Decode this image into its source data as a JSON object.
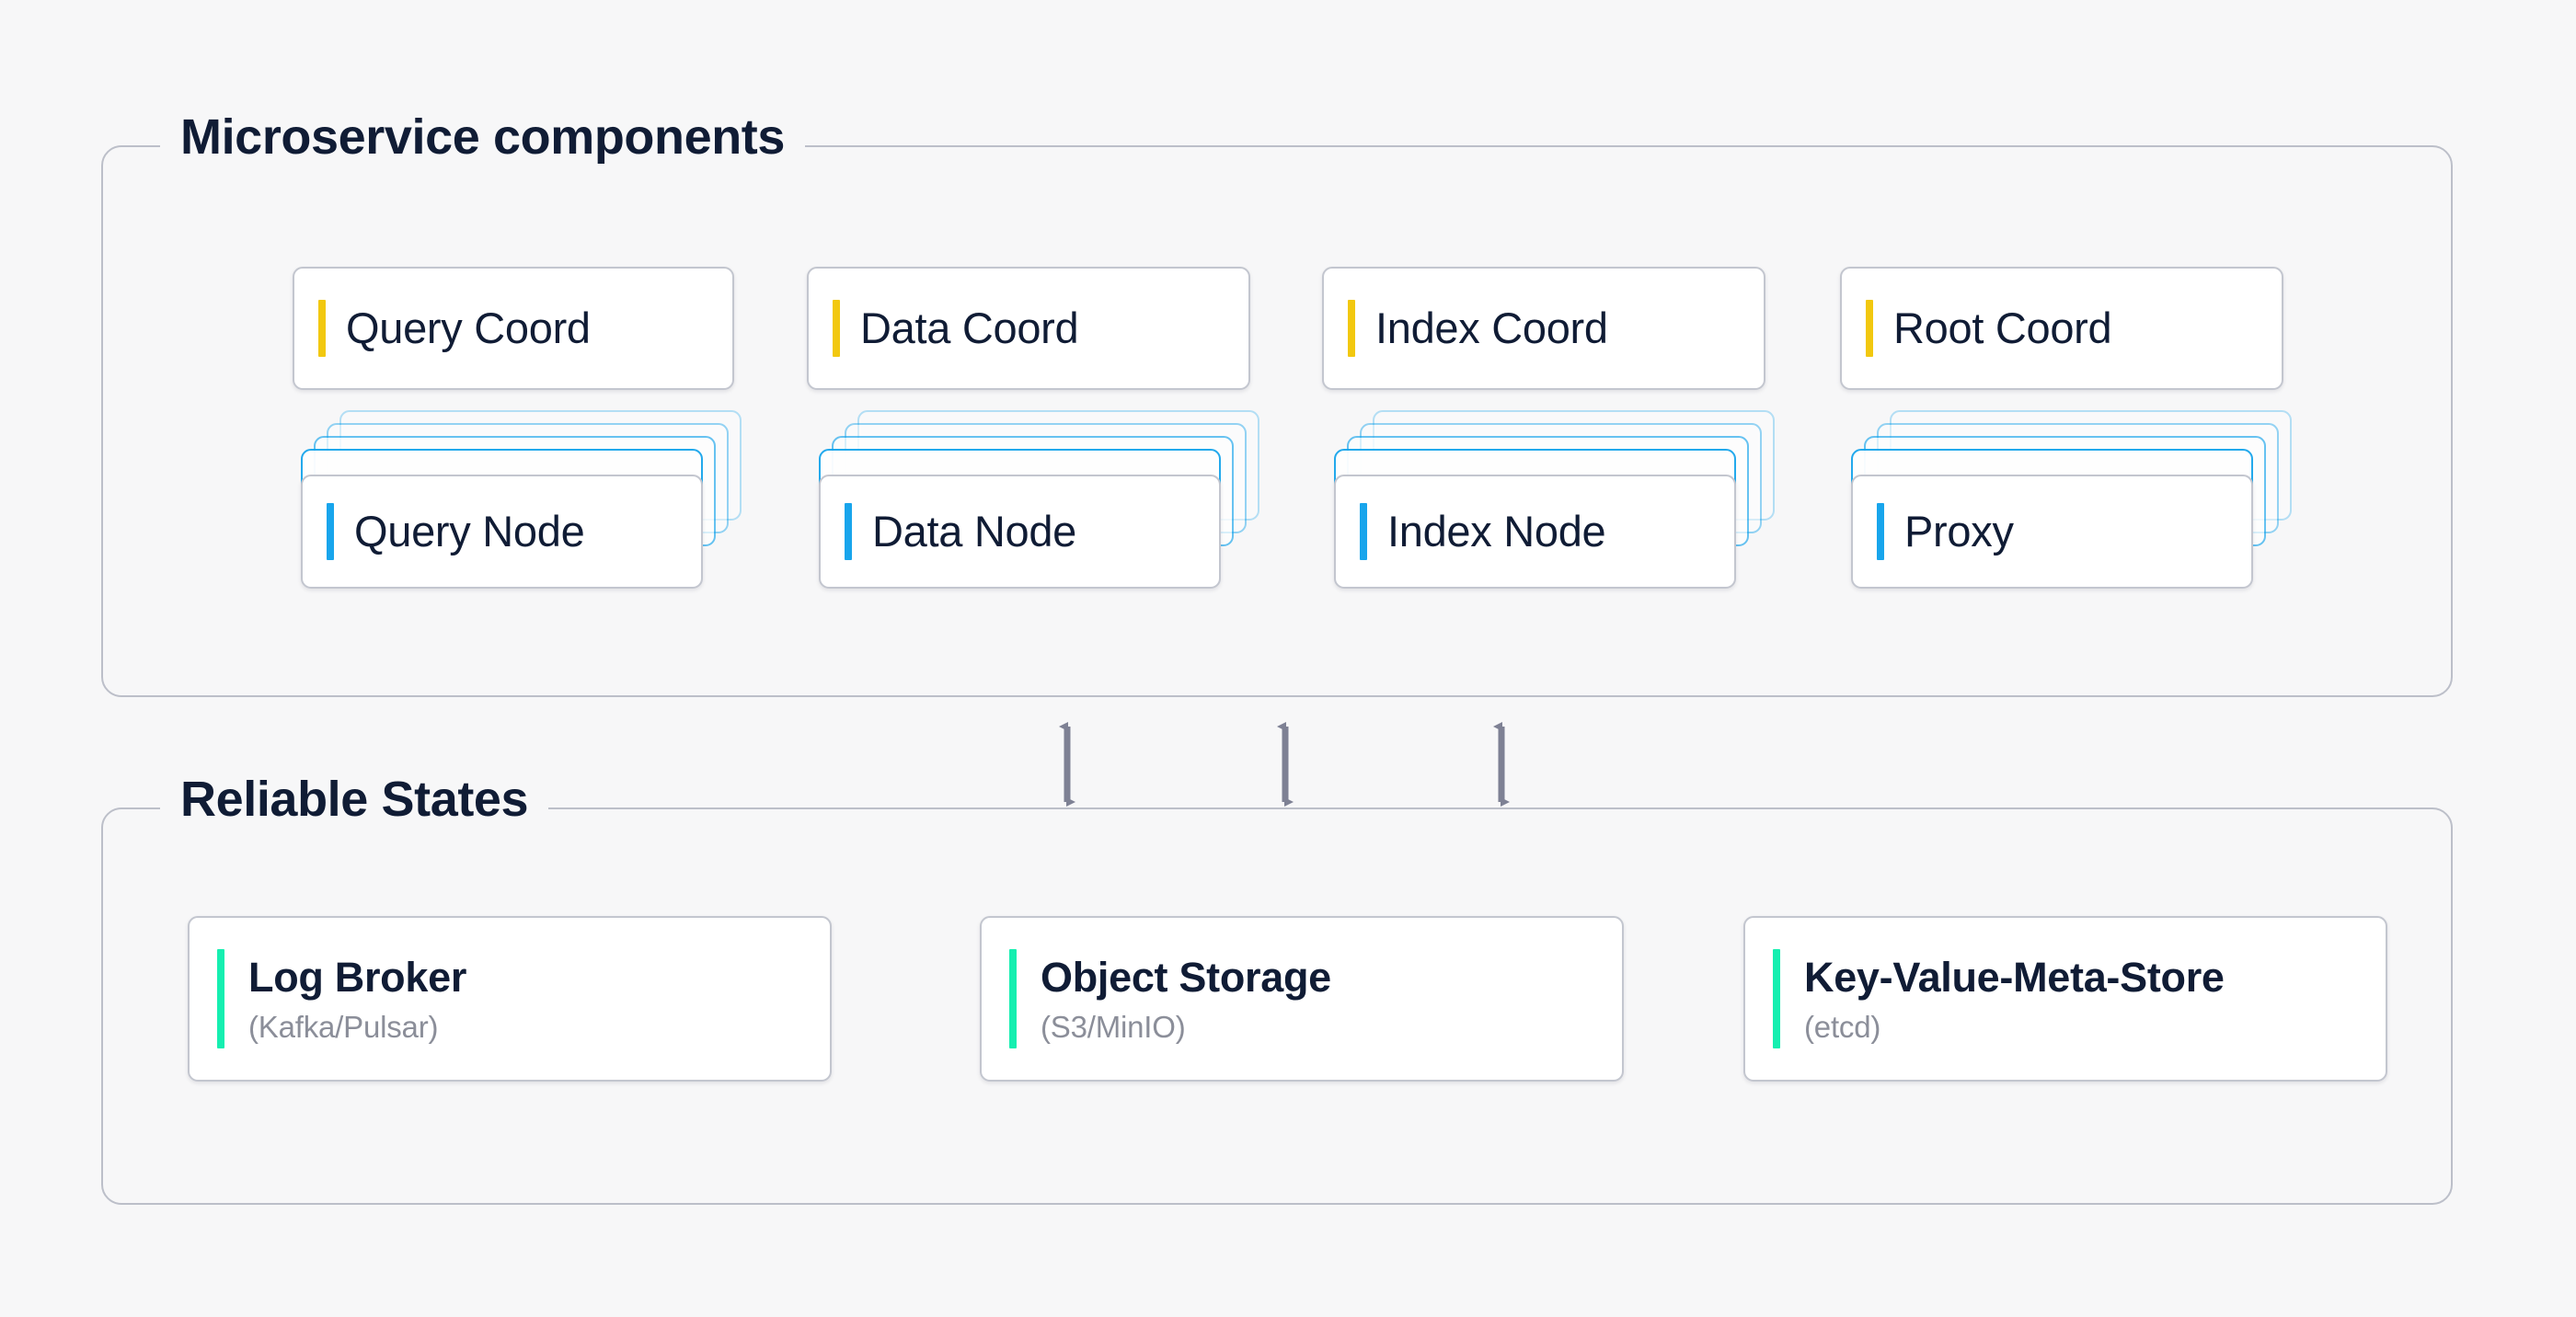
{
  "colors": {
    "background": "#f7f7f8",
    "card_background": "#ffffff",
    "card_border": "#c3c6cf",
    "section_border": "#bcbfc9",
    "text_primary": "#101c35",
    "text_secondary": "#8b8e99",
    "accent_coordinator": "#f2c80f",
    "accent_node": "#18a5ec",
    "accent_state": "#15efb0",
    "arrow": "#7e8194"
  },
  "sections": {
    "microservice": {
      "legend": "Microservice components",
      "coordinators": [
        {
          "label": "Query Coord"
        },
        {
          "label": "Data Coord"
        },
        {
          "label": "Index Coord"
        },
        {
          "label": "Root Coord"
        }
      ],
      "nodes": [
        {
          "label": "Query Node"
        },
        {
          "label": "Data Node"
        },
        {
          "label": "Index Node"
        },
        {
          "label": "Proxy"
        }
      ]
    },
    "reliable_states": {
      "legend": "Reliable States",
      "stores": [
        {
          "title": "Log Broker",
          "subtitle": "(Kafka/Pulsar)"
        },
        {
          "title": "Object Storage",
          "subtitle": "(S3/MinIO)"
        },
        {
          "title": "Key-Value-Meta-Store",
          "subtitle": "(etcd)"
        }
      ]
    }
  },
  "connectors": {
    "count": 3,
    "style": "double-headed-vertical-arrow"
  }
}
